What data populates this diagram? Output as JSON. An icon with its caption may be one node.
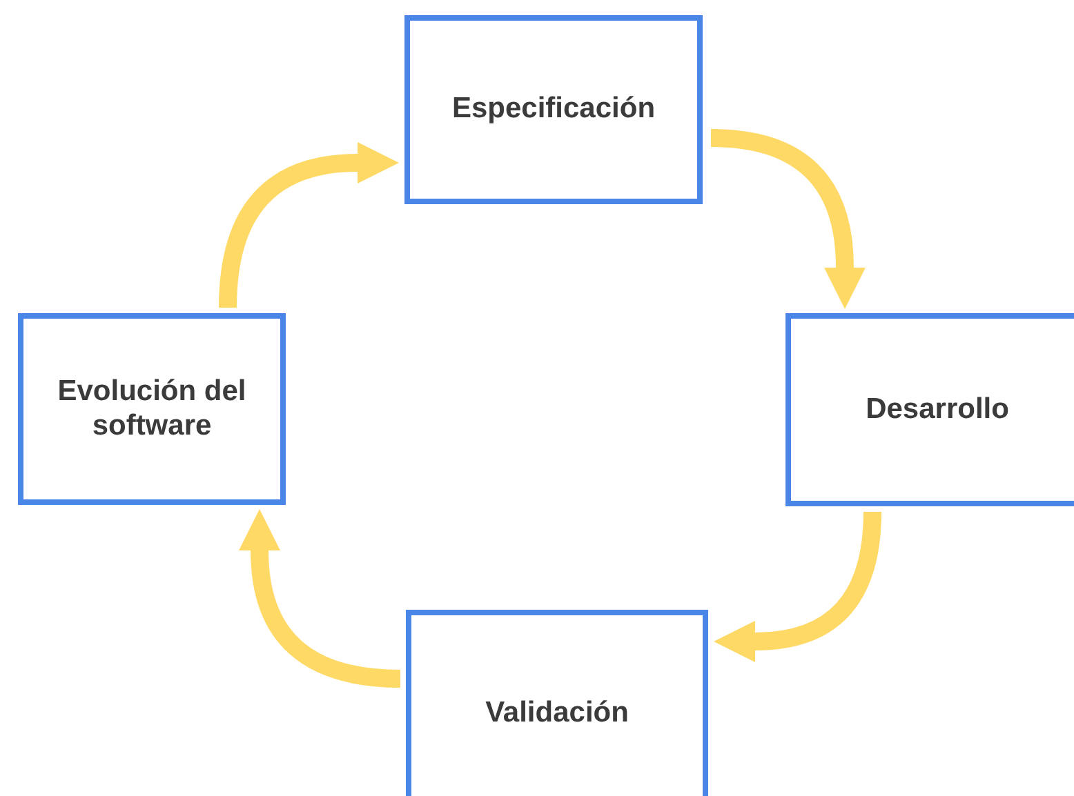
{
  "diagram": {
    "nodes": [
      {
        "text": [
          "Especificación"
        ]
      },
      {
        "text": [
          "Desarrollo"
        ]
      },
      {
        "text": [
          "Validación"
        ]
      },
      {
        "text": [
          "Evolución del software"
        ]
      }
    ],
    "edges": [
      {
        "from": 0,
        "to": 1,
        "arrow": "to"
      },
      {
        "from": 1,
        "to": 2,
        "arrow": "to"
      },
      {
        "from": 2,
        "to": 3,
        "arrow": "to"
      },
      {
        "from": 3,
        "to": 0,
        "arrow": "to"
      }
    ]
  }
}
